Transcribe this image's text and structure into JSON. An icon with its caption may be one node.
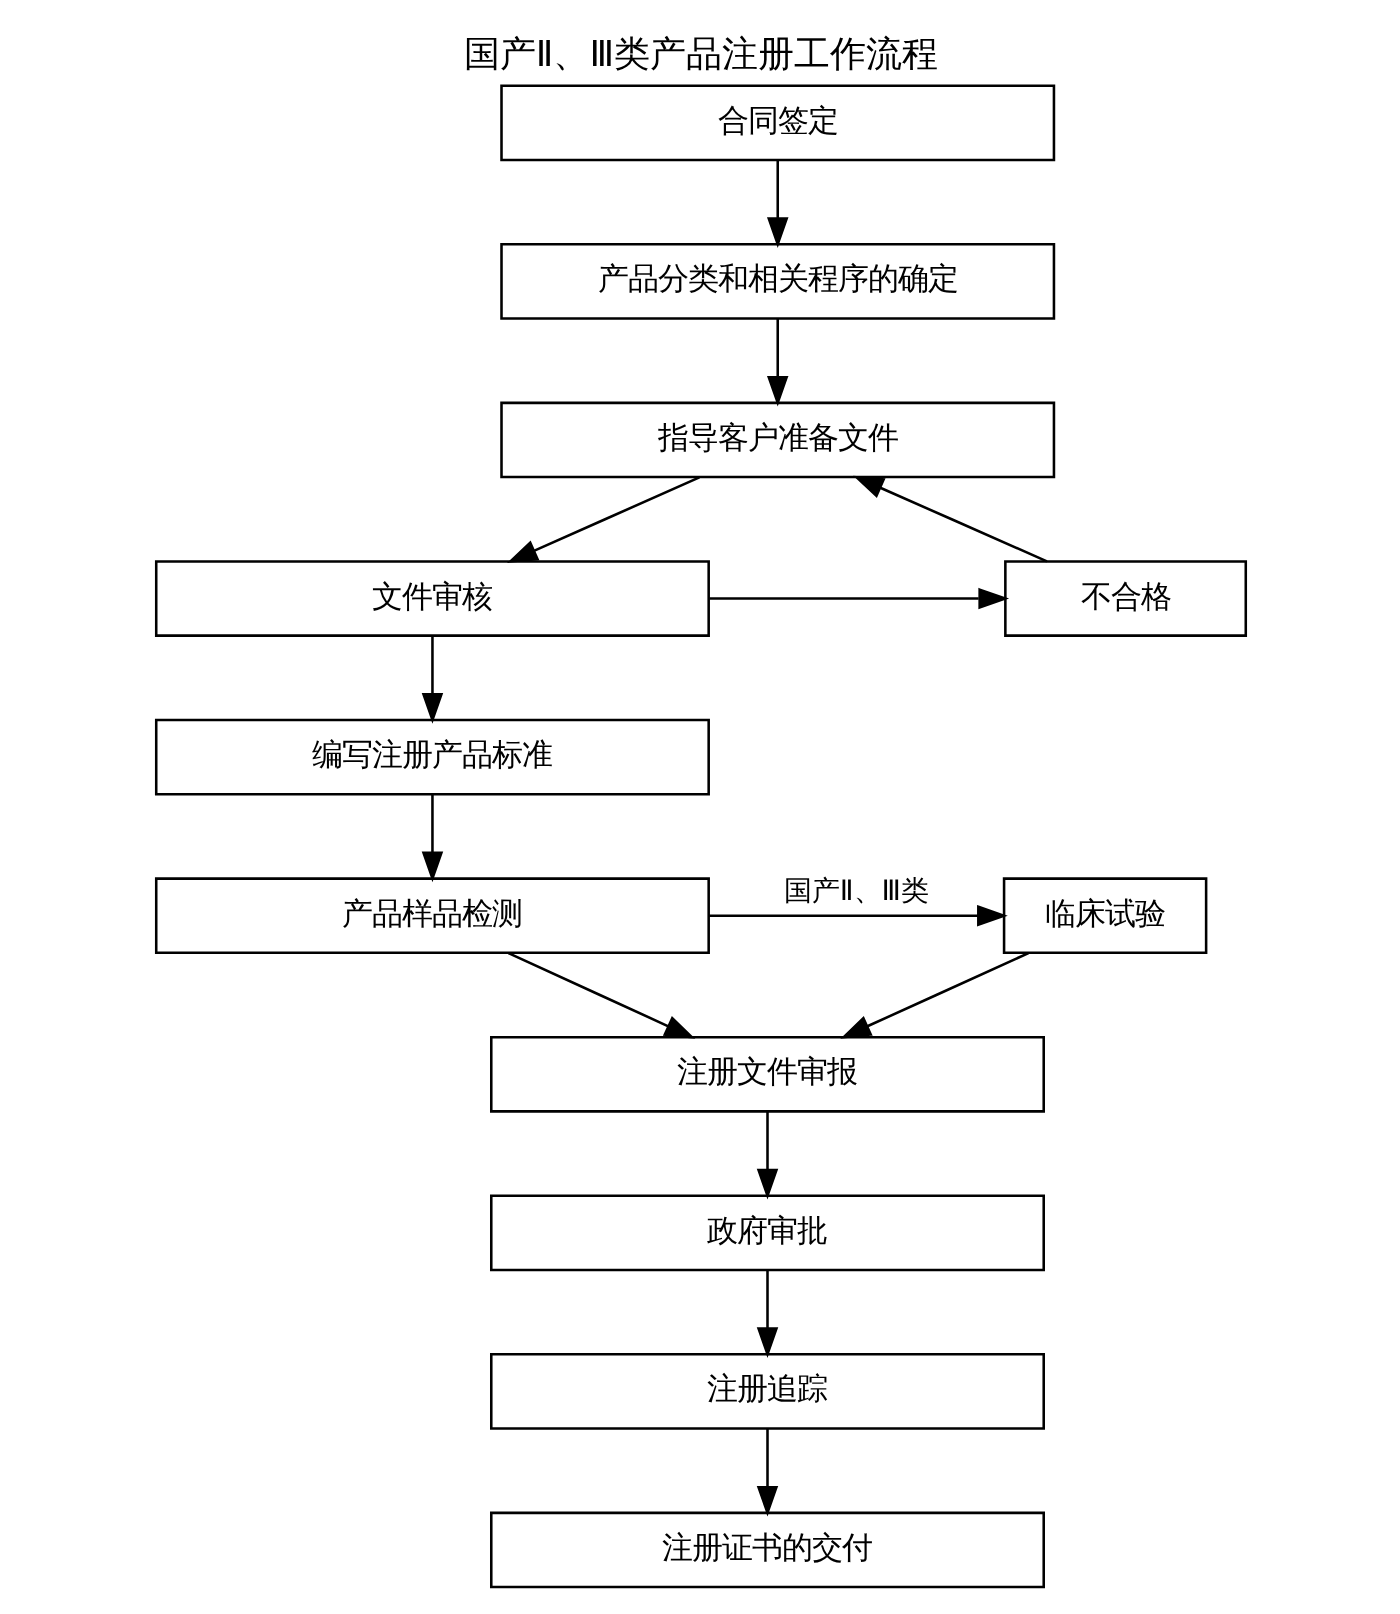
{
  "diagram": {
    "title": "国产Ⅱ、Ⅲ类产品注册工作流程",
    "nodes": [
      {
        "text": [
          "合同签定"
        ]
      },
      {
        "text": [
          "产品分类和相关程序的确定"
        ]
      },
      {
        "text": [
          "指导客户准备文件"
        ]
      },
      {
        "text": [
          "文件审核"
        ]
      },
      {
        "text": [
          "不合格"
        ]
      },
      {
        "text": [
          "编写注册产品标准"
        ]
      },
      {
        "text": [
          "产品样品检测"
        ]
      },
      {
        "text": [
          "临床试验"
        ]
      },
      {
        "text": [
          "注册文件审报"
        ]
      },
      {
        "text": [
          "政府审批"
        ]
      },
      {
        "text": [
          "注册追踪"
        ]
      },
      {
        "text": [
          "注册证书的交付"
        ]
      }
    ],
    "edges": [
      {
        "from": 0,
        "to": 1,
        "arrow": "to"
      },
      {
        "from": 1,
        "to": 2,
        "arrow": "to"
      },
      {
        "from": 2,
        "to": 3,
        "arrow": "to"
      },
      {
        "from": 3,
        "to": 4,
        "arrow": "to"
      },
      {
        "from": 4,
        "to": 2,
        "arrow": "to"
      },
      {
        "from": 3,
        "to": 5,
        "arrow": "to"
      },
      {
        "from": 5,
        "to": 6,
        "arrow": "to"
      },
      {
        "from": 6,
        "to": 7,
        "arrow": "to",
        "label": "国产Ⅱ、Ⅲ类"
      },
      {
        "from": 7,
        "to": 8,
        "arrow": "to"
      },
      {
        "from": 6,
        "to": 8,
        "arrow": "to"
      },
      {
        "from": 8,
        "to": 9,
        "arrow": "to"
      },
      {
        "from": 9,
        "to": 10,
        "arrow": "to"
      },
      {
        "from": 10,
        "to": 11,
        "arrow": "to"
      }
    ]
  }
}
